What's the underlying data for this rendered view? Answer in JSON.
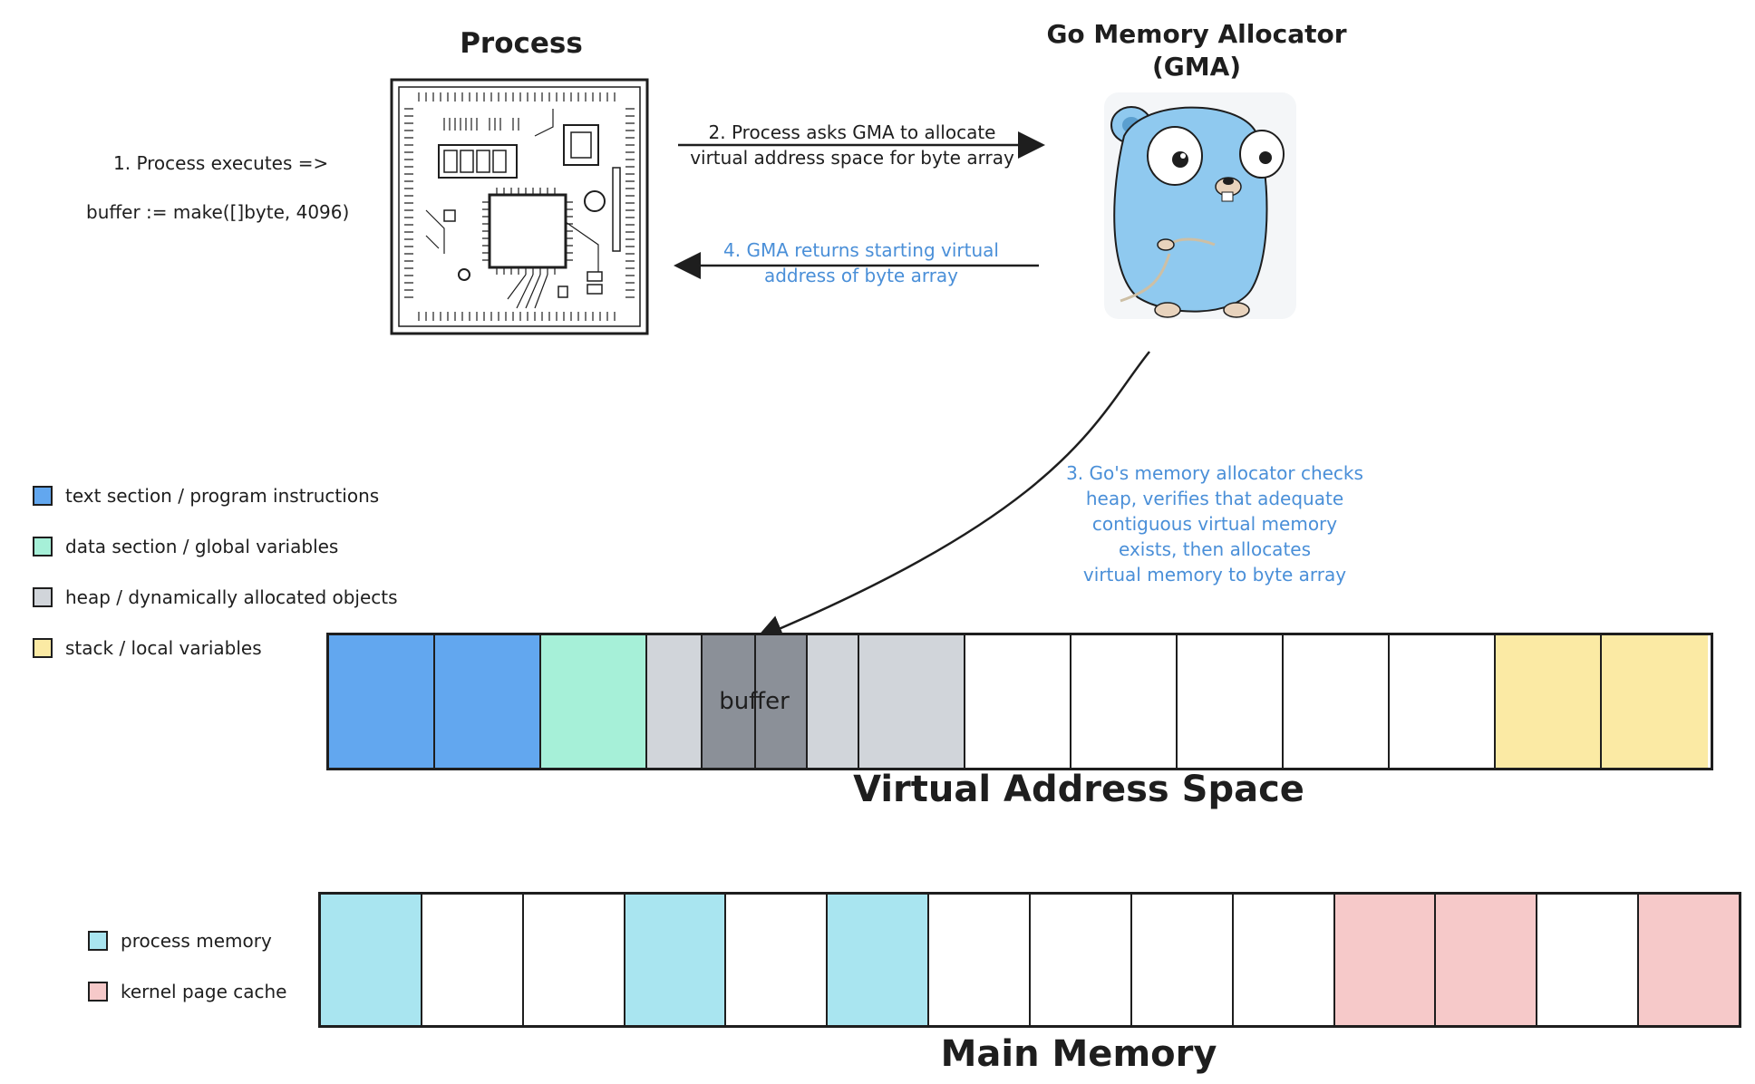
{
  "process": {
    "title": "Process",
    "step1_line1": "1. Process executes =>",
    "step1_line2": "buffer := make([]byte, 4096)"
  },
  "gma": {
    "title_line1": "Go Memory Allocator",
    "title_line2": "(GMA)"
  },
  "arrows": {
    "step2_line1": "2. Process asks GMA to allocate",
    "step2_line2": "virtual address space for byte array",
    "step4_line1": "4. GMA returns starting virtual",
    "step4_line2": "address of byte array"
  },
  "step3": {
    "lines": [
      "3. Go's memory allocator checks",
      "heap, verifies that adequate",
      "contiguous virtual memory",
      "exists, then allocates",
      "virtual memory to byte array"
    ]
  },
  "legend_vas": [
    {
      "label": "text section / program instructions",
      "color": "#62a7ef"
    },
    {
      "label": "data section / global variables",
      "color": "#a6f0d8"
    },
    {
      "label": "heap / dynamically allocated objects",
      "color": "#d1d5da"
    },
    {
      "label": "stack / local variables",
      "color": "#fbeaa4"
    }
  ],
  "legend_mem": [
    {
      "label": "process memory",
      "color": "#a9e5f0"
    },
    {
      "label": "kernel page cache",
      "color": "#f6c9c9"
    }
  ],
  "virtual_address_space": {
    "label": "Virtual Address Space",
    "buffer_label": "buffer",
    "buffer_color": "#8b9098",
    "cells": [
      "#62a7ef",
      "#62a7ef",
      "#a6f0d8",
      "#d1d5da",
      "#d1d5da",
      "#d1d5da",
      "#ffffff",
      "#ffffff",
      "#ffffff",
      "#ffffff",
      "#ffffff",
      "#fbeaa4",
      "#fbeaa4"
    ]
  },
  "main_memory": {
    "label": "Main Memory",
    "cells": [
      "#a9e5f0",
      "#ffffff",
      "#ffffff",
      "#a9e5f0",
      "#ffffff",
      "#a9e5f0",
      "#ffffff",
      "#ffffff",
      "#ffffff",
      "#ffffff",
      "#f6c9c9",
      "#f6c9c9",
      "#ffffff",
      "#f6c9c9"
    ]
  },
  "colors": {
    "gopher_body": "#8fc9ef",
    "annotation_blue": "#4a8fd8"
  }
}
